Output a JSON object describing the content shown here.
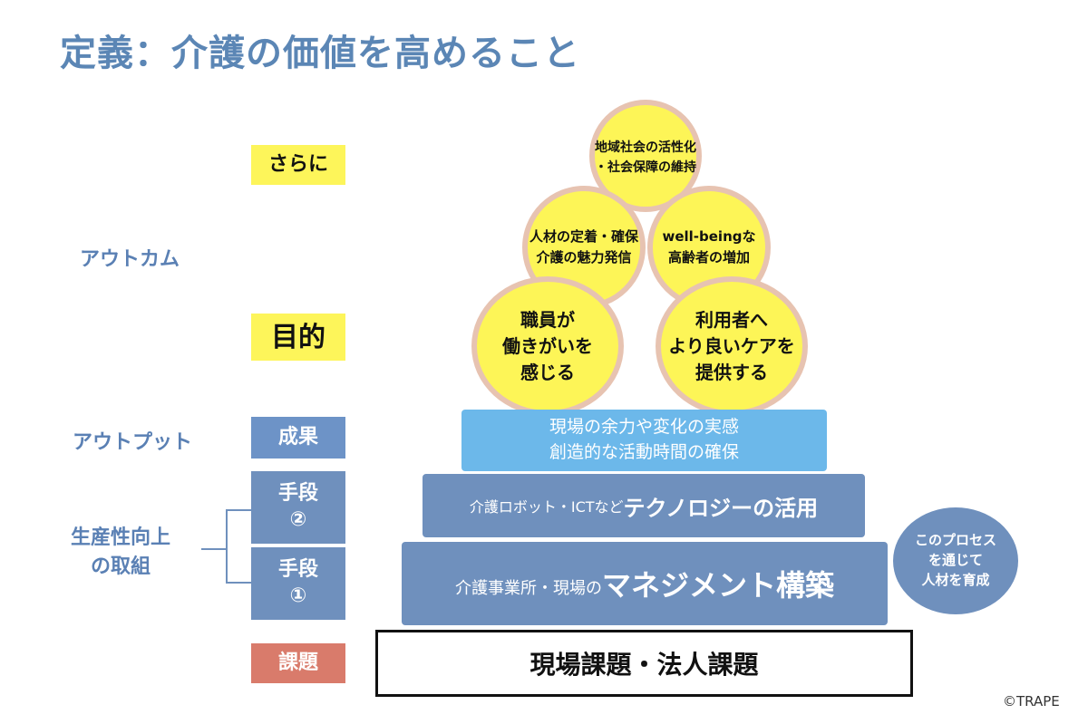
{
  "title": "定義：介護の価値を高めること",
  "left_labels": {
    "outcome": "アウトカム",
    "output": "アウトプット",
    "productivity_line1": "生産性向上",
    "productivity_line2": "の取組"
  },
  "tags": {
    "sarani": "さらに",
    "mokuteki": "目的",
    "seika": "成果",
    "shudan2_line1": "手段",
    "shudan2_line2": "②",
    "shudan1_line1": "手段",
    "shudan1_line2": "①",
    "kadai": "課題"
  },
  "circles": {
    "top_line1": "地域社会の活性化",
    "top_line2": "・社会保障の維持",
    "mid_left_line1": "人材の定着・確保",
    "mid_left_line2": "介護の魅力発信",
    "mid_right_line1": "well-beingな",
    "mid_right_line2": "高齢者の増加",
    "bottom_left_line1": "職員が",
    "bottom_left_line2": "働きがいを",
    "bottom_left_line3": "感じる",
    "bottom_right_line1": "利用者へ",
    "bottom_right_line2": "より良いケアを",
    "bottom_right_line3": "提供する"
  },
  "bars": {
    "seika_line1": "現場の余力や変化の実感",
    "seika_line2": "創造的な活動時間の確保",
    "tech_prefix": "介護ロボット・ICTなど",
    "tech_main": "テクノロジーの活用",
    "mgmt_prefix": "介護事業所・現場の",
    "mgmt_main": "マネジメント構築",
    "kadai_text": "現場課題・法人課題"
  },
  "process_circle": {
    "line1": "このプロセス",
    "line2": "を通じて",
    "line3": "人材を育成"
  },
  "copyright": "©TRAPE",
  "colors": {
    "title_blue": "#5b86b5",
    "yellow": "#fdf55a",
    "light_blue": "#6cb8ea",
    "steel_blue": "#6f90bd",
    "red_tag": "#d97b6b",
    "circle_border": "#e7c3b1"
  }
}
